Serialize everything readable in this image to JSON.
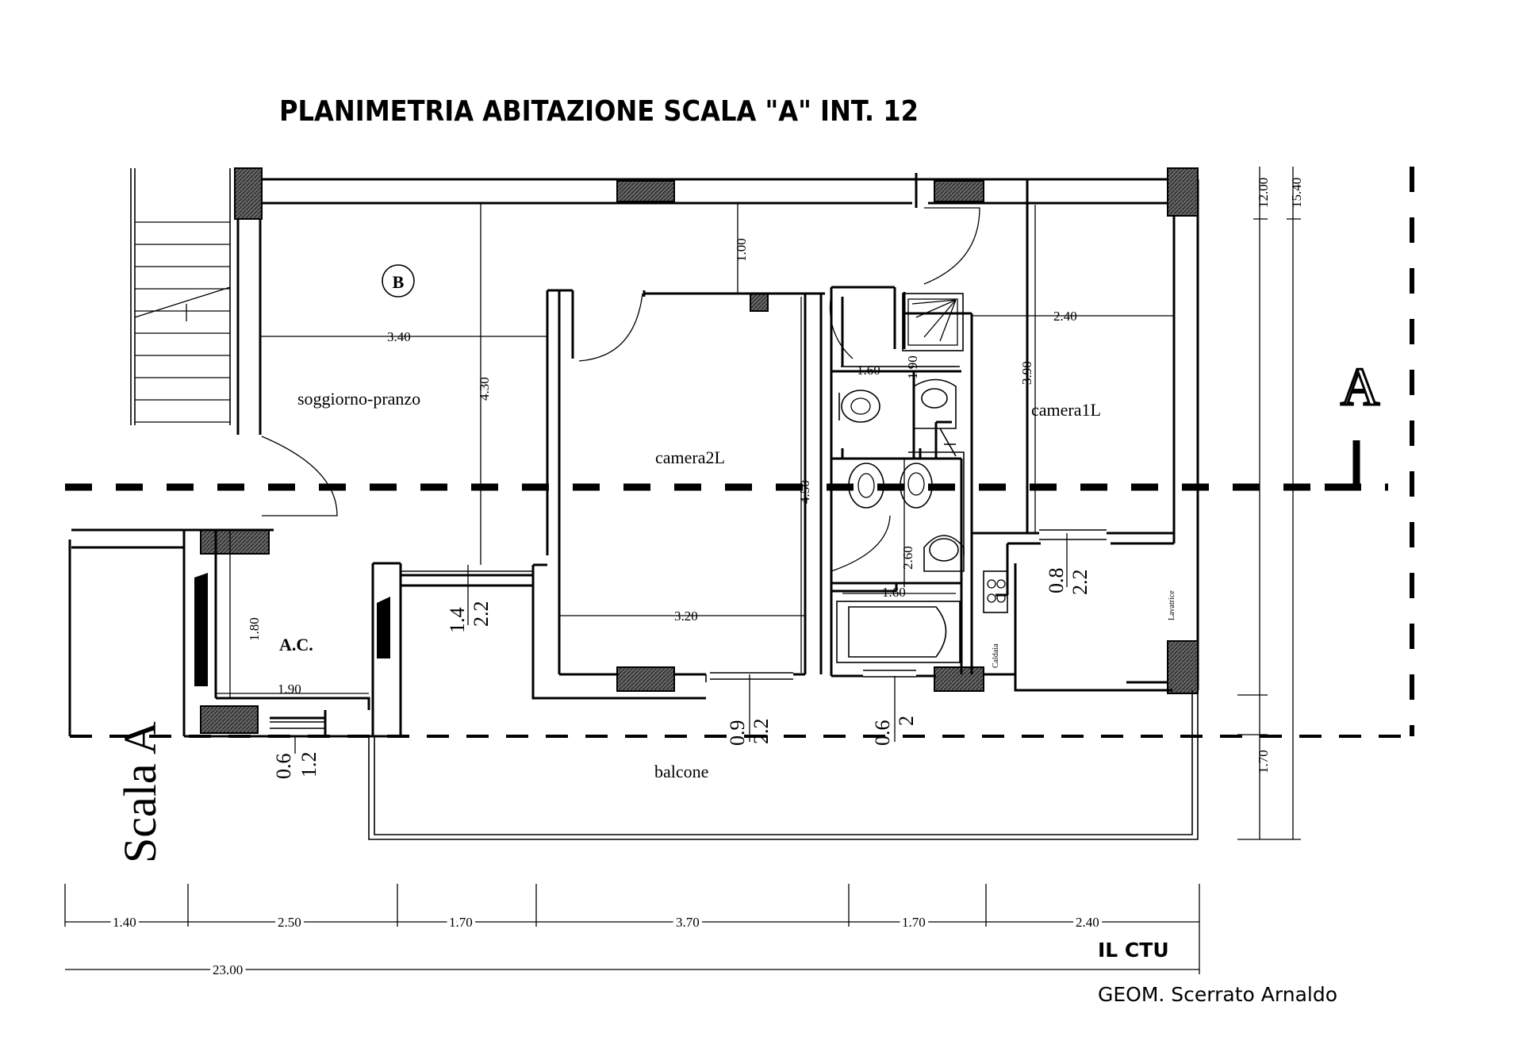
{
  "title": "PLANIMETRIA ABITAZIONE SCALA \"A\" INT. 12",
  "marker_b": "B",
  "rooms": {
    "living": "soggiorno-pranzo",
    "bedroom2": "camera2L",
    "bedroom1": "camera1L",
    "ac": "A.C.",
    "balcony": "balcone",
    "stair": "Scala A",
    "section": "A",
    "caldaia": "Caldaia",
    "lavatrice": "Lavatrice"
  },
  "dimensions": {
    "living_width": "3.40",
    "living_depth": "4.30",
    "corridor": "1.00",
    "bed2_depth": "4.50",
    "bed2_width": "3.20",
    "bed1_width": "2.40",
    "bed1_depth": "3.90",
    "bath1_width": "1.60",
    "bath1_depth": "1.90",
    "bath2_width": "1.60",
    "bath2_depth": "2.60",
    "ac_depth": "1.80",
    "ac_width": "1.90",
    "total_depth": "12.00",
    "overall_depth": "15.40",
    "balcony_depth": "1.70"
  },
  "openings": {
    "living_window": {
      "w": "1.4",
      "h": "2.2"
    },
    "ac_window": {
      "w": "0.6",
      "h": "1.2"
    },
    "bed2_window": {
      "w": "0.9",
      "h": "2.2"
    },
    "bath_window": {
      "w": "0.6",
      "h": "2"
    },
    "bed1_window": {
      "w": "0.8",
      "h": "2.2"
    }
  },
  "bottom_dims": [
    "1.40",
    "2.50",
    "1.70",
    "3.70",
    "1.70",
    "2.40"
  ],
  "total_width": "23.00",
  "signature": {
    "line1": "IL CTU",
    "line2": "GEOM. Scerrato Arnaldo"
  }
}
